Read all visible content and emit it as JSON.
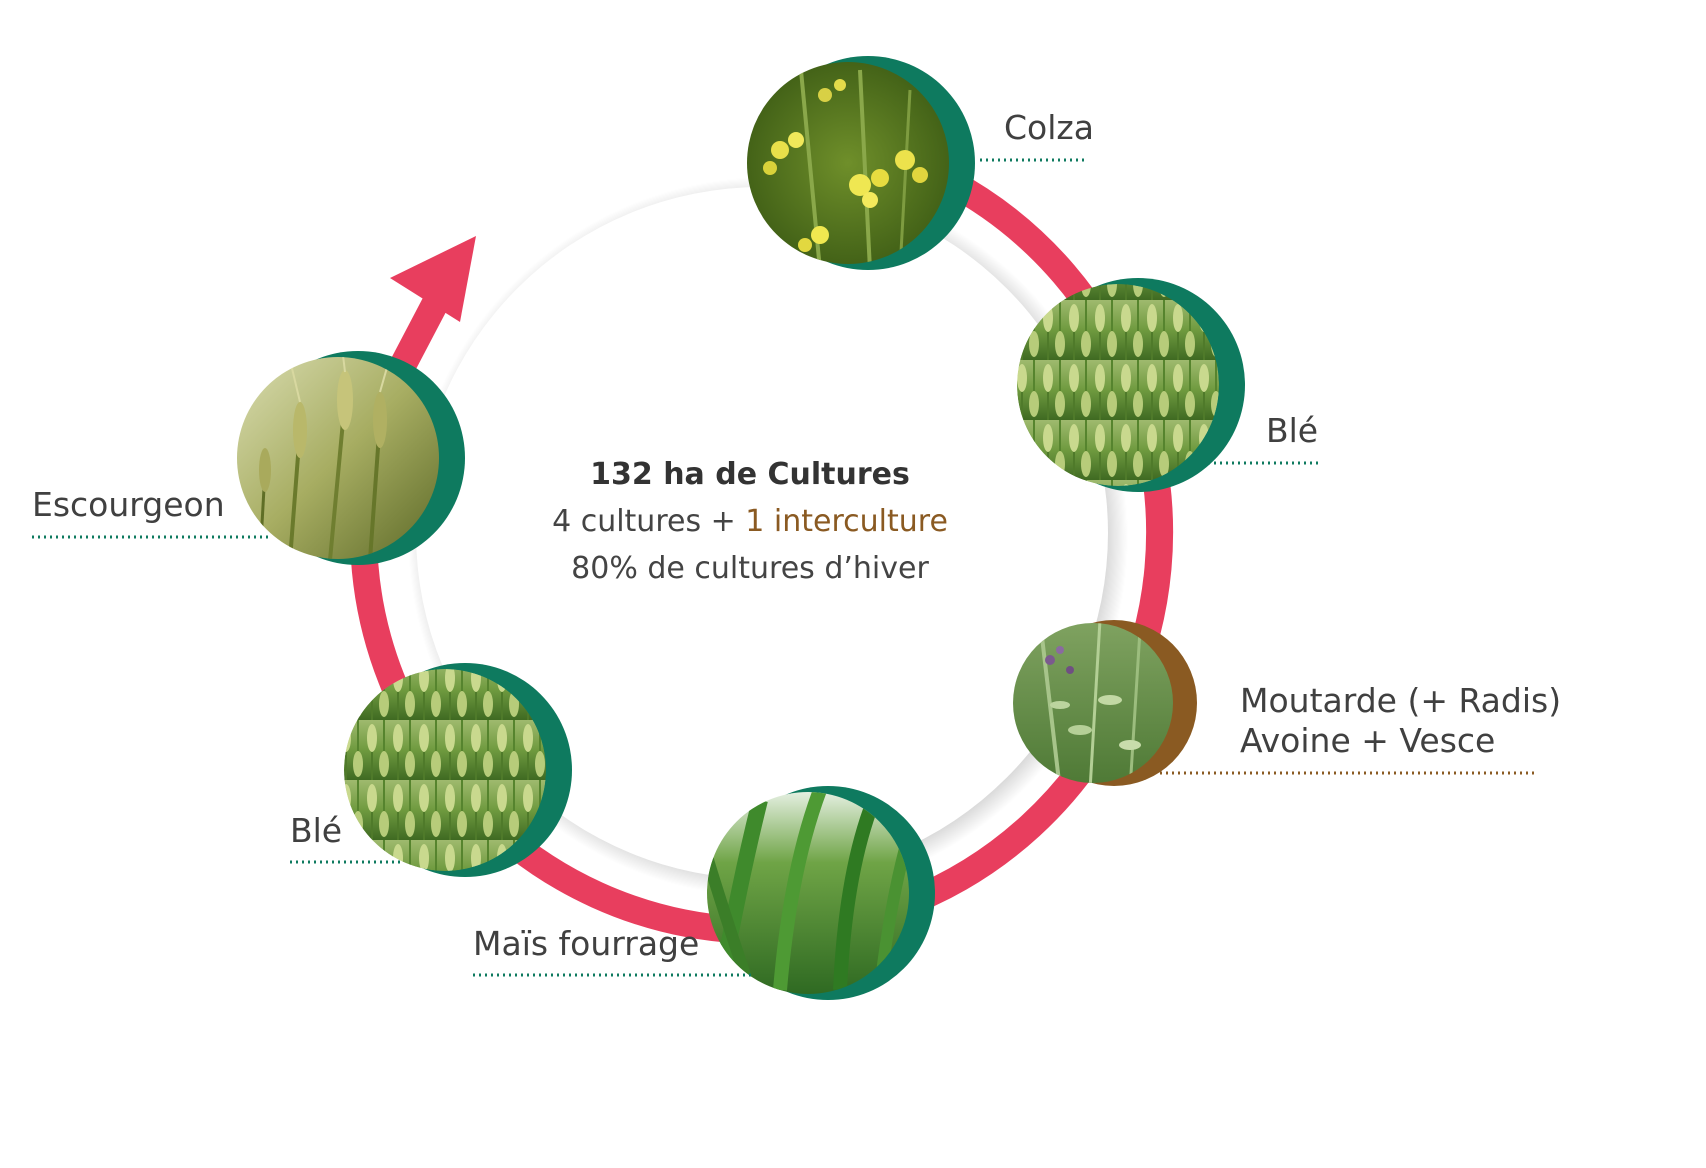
{
  "center": {
    "title": "132 ha de Cultures",
    "line2_prefix": "4 cultures + ",
    "line2_accent": "1 interculture",
    "line3": "80% de cultures d’hiver"
  },
  "crops": [
    {
      "id": "colza",
      "label": "Colza",
      "kind": "culture",
      "photo": "yellow-flower-icon"
    },
    {
      "id": "ble-right",
      "label": "Blé",
      "kind": "culture",
      "photo": "wheat-icon"
    },
    {
      "id": "interculture",
      "label_line1": "Moutarde (+ Radis)",
      "label_line2": "Avoine + Vesce",
      "kind": "interculture",
      "photo": "vetch-icon"
    },
    {
      "id": "mais",
      "label": "Maïs fourrage",
      "kind": "culture",
      "photo": "corn-icon"
    },
    {
      "id": "ble-left",
      "label": "Blé",
      "kind": "culture",
      "photo": "wheat-icon"
    },
    {
      "id": "escourgeon",
      "label": "Escourgeon",
      "kind": "culture",
      "photo": "barley-icon"
    }
  ],
  "colors": {
    "cycle_ring": "#e83e5e",
    "culture_accent": "#0e7a5f",
    "interculture_accent": "#8a5a22",
    "label_text": "#404040"
  }
}
